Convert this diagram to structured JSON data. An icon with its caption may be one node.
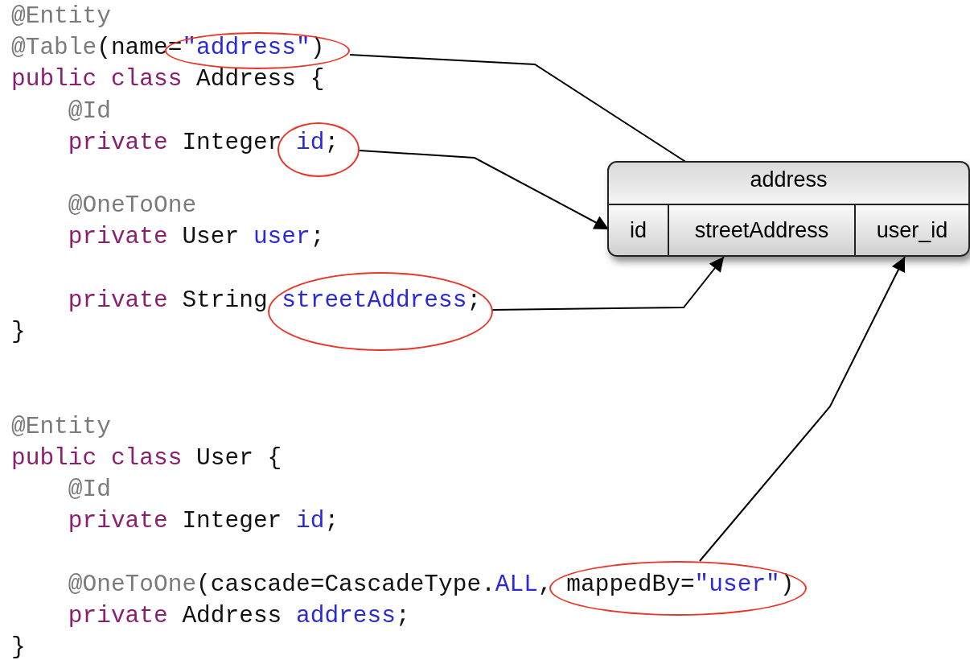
{
  "diagram": {
    "nodes": [
      {
        "text": [],
        "shape": "ellipse"
      },
      {
        "text": [],
        "shape": "ellipse"
      },
      {
        "text": [],
        "shape": "ellipse"
      },
      {
        "text": [],
        "shape": "ellipse"
      },
      {
        "text": [
          "address"
        ]
      },
      {
        "text": [
          "id"
        ],
        "in": 4
      },
      {
        "text": [
          "streetAddress"
        ],
        "in": 4
      },
      {
        "text": [
          "user_id"
        ],
        "in": 4
      }
    ],
    "edges": [
      {
        "from": 0,
        "to": 4,
        "arrow": "to"
      },
      {
        "from": 1,
        "to": 5,
        "arrow": "to"
      },
      {
        "from": 2,
        "to": 6,
        "arrow": "to"
      },
      {
        "from": 3,
        "to": 7,
        "arrow": "to"
      }
    ],
    "labels": [
      "@Entity",
      "@Table",
      "(name=",
      "\"address\"",
      ")",
      "public class",
      "Address {",
      "@Id",
      "private",
      "Integer",
      "id",
      ";",
      "@OneToOne",
      "private",
      "User",
      "user",
      ";",
      "private",
      "String",
      "streetAddress",
      ";",
      "}",
      "@Entity",
      "public class",
      "User {",
      "@Id",
      "private",
      "Integer",
      "id",
      ";",
      "@OneToOne",
      "(cascade=CascadeType.",
      "ALL",
      ",",
      "mappedBy=",
      "\"user\"",
      ")",
      "private",
      "Address",
      "address",
      ";",
      "}"
    ]
  }
}
